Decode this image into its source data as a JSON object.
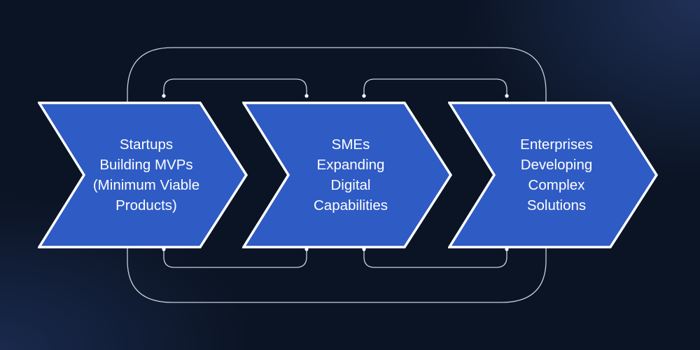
{
  "diagram": {
    "steps": [
      {
        "label": "Startups\nBuilding MVPs\n(Minimum Viable\nProducts)"
      },
      {
        "label": "SMEs\nExpanding\nDigital\nCapabilities"
      },
      {
        "label": "Enterprises\nDeveloping\nComplex\nSolutions"
      }
    ]
  },
  "colors": {
    "background": "#0b1424",
    "chevron_fill": "#2f5bc4",
    "chevron_border": "#ffffff",
    "connector": "#c9d0dc",
    "text": "#ffffff"
  }
}
